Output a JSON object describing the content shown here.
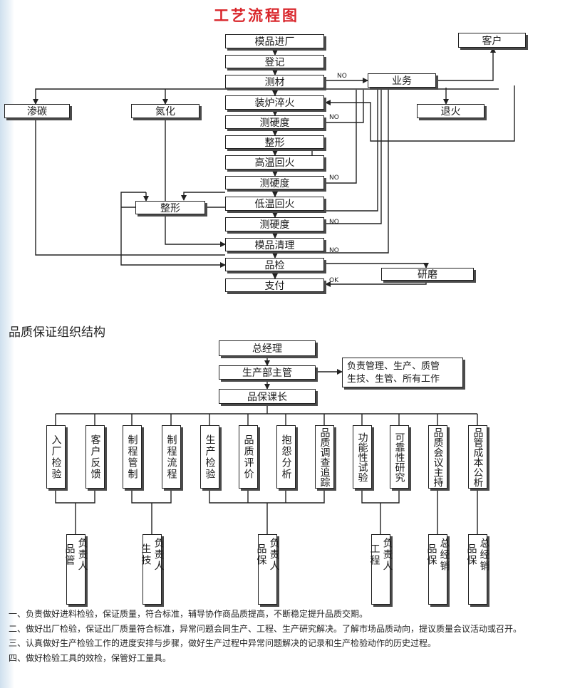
{
  "process": {
    "title": "工艺流程图",
    "steps": {
      "molds_in": "模品进厂",
      "register": "登记",
      "measure": "测材",
      "quench": "装炉淬火",
      "hardness1": "测硬度",
      "shaping": "整形",
      "high_temper": "高温回火",
      "hardness2": "测硬度",
      "low_temper": "低温回火",
      "hardness3": "测硬度",
      "clean": "模品清理",
      "inspect": "品检",
      "deliver": "支付"
    },
    "side": {
      "customer": "客户",
      "business": "业务",
      "carburize": "渗碳",
      "nitride": "氮化",
      "anneal": "退火",
      "shaping2": "整形",
      "grind": "研磨"
    },
    "labels": {
      "no": "NO",
      "ok": "OK"
    }
  },
  "org": {
    "title": "品质保证组织结构",
    "gm": "总经理",
    "prod_head": "生产部主管",
    "prod_head_note_1": "负责管理、生产、质管",
    "prod_head_note_2": "生技、生管、所有工作",
    "qa_chief": "品保课长",
    "duties": [
      "入厂检验",
      "客户反馈",
      "制程管制",
      "制程流程",
      "生产检验",
      "品质评价",
      "抱怨分析",
      "品质调查追踪",
      "功能性试验",
      "可靠性研究",
      "品质会议主持",
      "品管成本公析"
    ],
    "resp": [
      {
        "a": "负责人",
        "b": "品管"
      },
      {
        "a": "负责人",
        "b": "生技"
      },
      {
        "a": "负责人",
        "b": "品保"
      },
      {
        "a": "负责人",
        "b": "工程"
      },
      {
        "a": "总经销",
        "b": "品保"
      },
      {
        "a": "总经销",
        "b": "品保"
      }
    ]
  },
  "notes": [
    "一、负责做好进料检验，保证质量，符合标准，辅导协作商品质提高，不断稳定提升品质交期。",
    "二、做好出厂检验，保证出厂质量符合标准，异常问题会同生产、工程、生产研究解决。了解市场品质动向，提议质量会议活动或召开。",
    "三、认真做好生产检验工作的进度安排与步骤，做好生产过程中异常问题解决的记录和生产检验动作的历史过程。",
    "四、做好检验工具的效检，保管好工量具。"
  ]
}
